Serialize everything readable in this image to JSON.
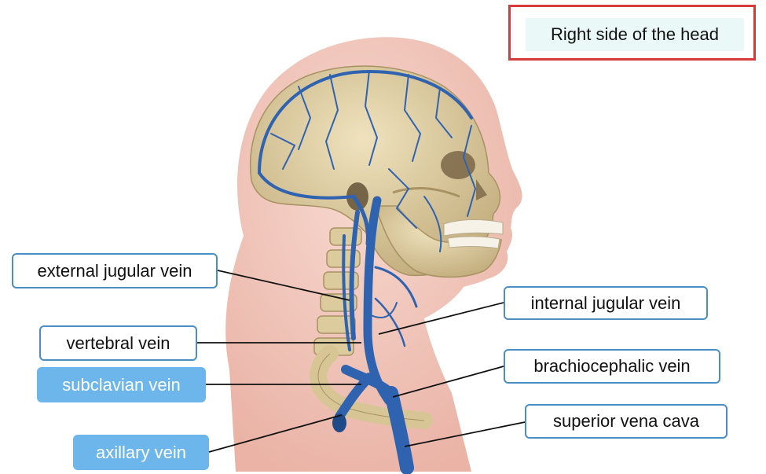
{
  "title": "Right side of the head",
  "labels": {
    "external_jugular": "external jugular vein",
    "internal_jugular": "internal jugular vein",
    "vertebral": "vertebral vein",
    "brachiocephalic": "brachiocephalic vein",
    "subclavian": "subclavian vein",
    "superior_vena_cava": "superior vena cava",
    "axillary": "axillary vein"
  },
  "colors": {
    "title_border": "#d63a3a",
    "label_border": "#4a8ec4",
    "label_filled": "#6cb6ec",
    "vein": "#2f63b0",
    "bone": "#dccb9c",
    "skin": "#f3c9bd"
  }
}
